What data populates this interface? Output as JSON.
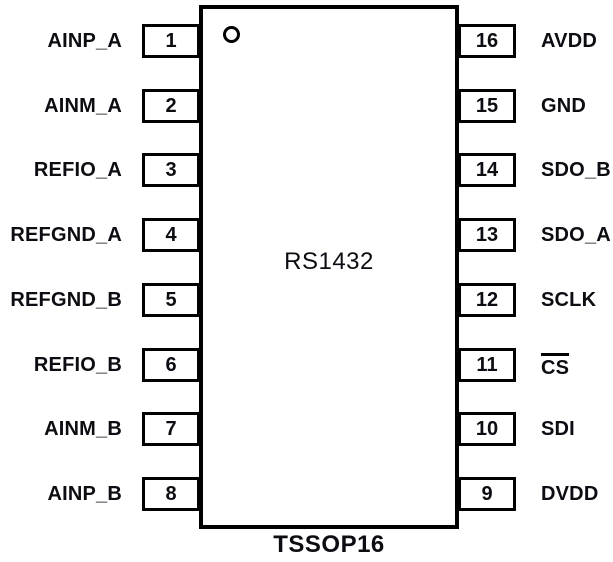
{
  "diagram": {
    "chip_name": "RS1432",
    "package": "TSSOP16",
    "colors": {
      "line": "#000000",
      "text": "#0c0c12",
      "background": "#ffffff"
    },
    "pin1_marker": "circle",
    "pins_left": [
      {
        "number": "1",
        "name": "AINP_A"
      },
      {
        "number": "2",
        "name": "AINM_A"
      },
      {
        "number": "3",
        "name": "REFIO_A"
      },
      {
        "number": "4",
        "name": "REFGND_A"
      },
      {
        "number": "5",
        "name": "REFGND_B"
      },
      {
        "number": "6",
        "name": "REFIO_B"
      },
      {
        "number": "7",
        "name": "AINM_B"
      },
      {
        "number": "8",
        "name": "AINP_B"
      }
    ],
    "pins_right": [
      {
        "number": "16",
        "name": "AVDD",
        "overline": false
      },
      {
        "number": "15",
        "name": "GND",
        "overline": false
      },
      {
        "number": "14",
        "name": "SDO_B",
        "overline": false
      },
      {
        "number": "13",
        "name": "SDO_A",
        "overline": false
      },
      {
        "number": "12",
        "name": "SCLK",
        "overline": false
      },
      {
        "number": "11",
        "name": "CS",
        "overline": true
      },
      {
        "number": "10",
        "name": "SDI",
        "overline": false
      },
      {
        "number": "9",
        "name": "DVDD",
        "overline": false
      }
    ]
  }
}
